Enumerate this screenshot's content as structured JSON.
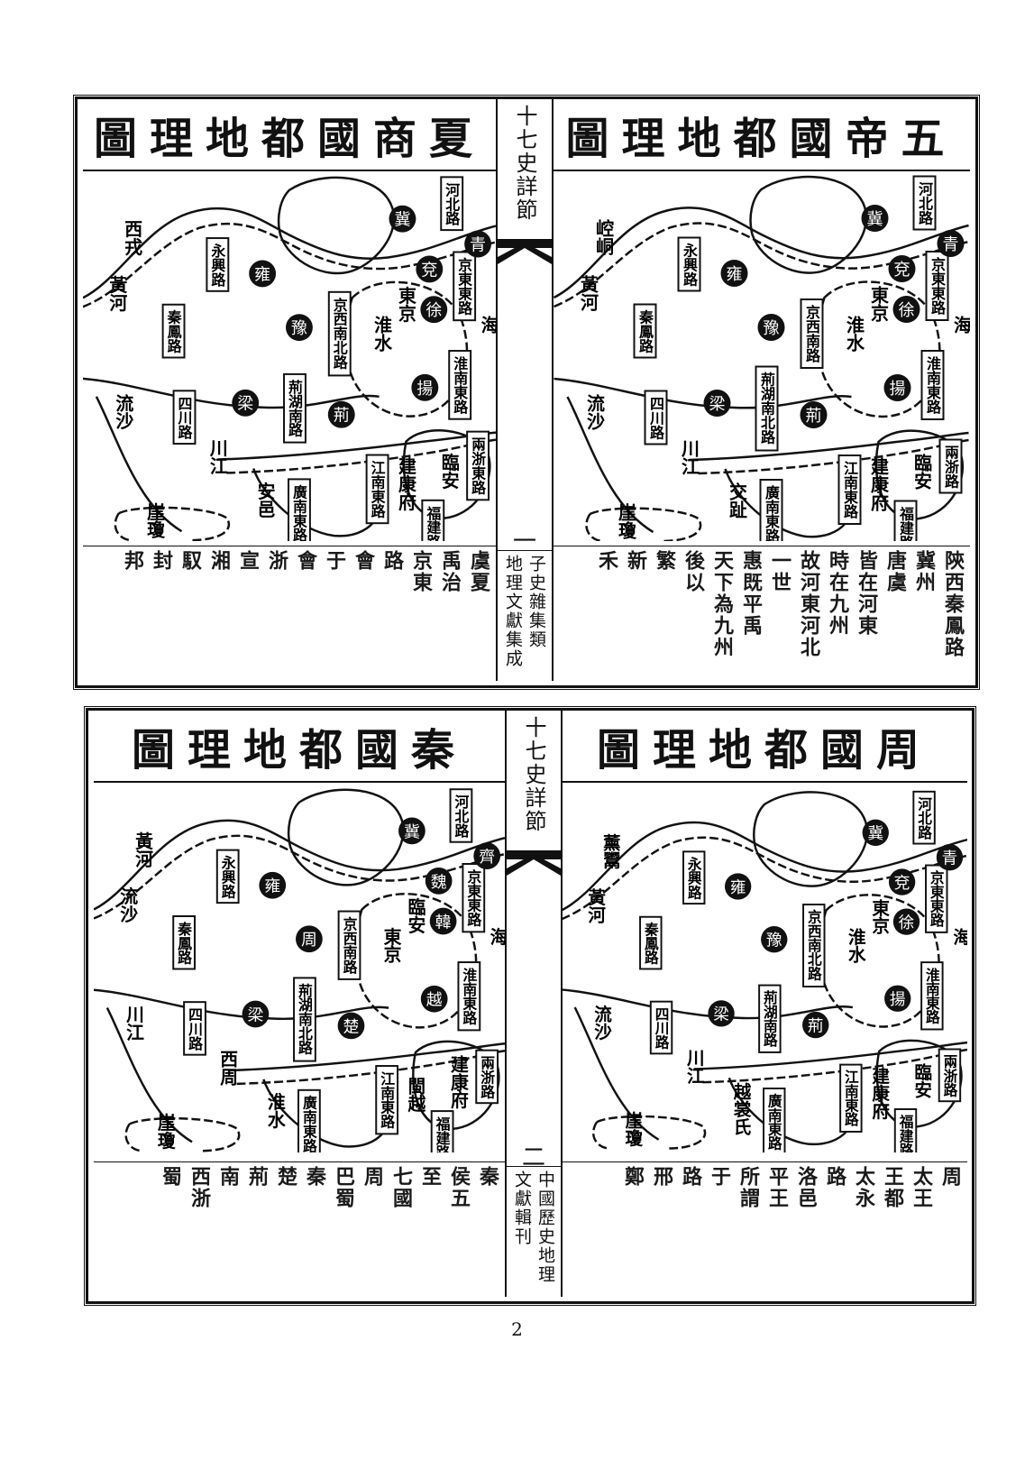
{
  "page_number": "2",
  "sheets": [
    {
      "series_title": "十七史詳節",
      "sheet_number": "一",
      "source": [
        "子史雜集類",
        "地理文獻集成"
      ]
    },
    {
      "series_title": "十七史詳節",
      "sheet_number": "二",
      "source": [
        "中國歷史地理",
        "文獻輯刊"
      ]
    }
  ],
  "maps": [
    {
      "title": "夏商國都地理圖",
      "route_labels": [
        "永興路",
        "秦鳳路",
        "四川路",
        "京西南北路",
        "荊湖南路",
        "京東東路",
        "淮南東路",
        "兩浙東路",
        "江南東路",
        "福建路",
        "廣南東路",
        "河北路"
      ],
      "state_labels": [
        "雍",
        "梁",
        "荊",
        "冀",
        "兗",
        "青",
        "徐",
        "揚",
        "豫"
      ],
      "place_labels": [
        "西戎",
        "黃河",
        "流沙",
        "川江",
        "安邑",
        "淮水",
        "東京",
        "臨安",
        "建康府",
        "崖瓊",
        "海"
      ],
      "text_columns": [
        "虞夏",
        "禹治",
        "京東",
        "路",
        "會",
        "于",
        "會",
        "浙",
        "宣",
        "湘",
        "馭",
        "封",
        "邦"
      ]
    },
    {
      "title": "五帝國都地理圖",
      "route_labels": [
        "永興路",
        "秦鳳路",
        "四川路",
        "京西南路",
        "荊湖南北路",
        "京東東路",
        "淮南東路",
        "兩浙路",
        "江南東路",
        "福建路",
        "廣南東路",
        "河北路"
      ],
      "state_labels": [
        "雍",
        "梁",
        "荊",
        "冀",
        "兗",
        "青",
        "徐",
        "揚",
        "豫"
      ],
      "place_labels": [
        "崆峒",
        "黃河",
        "流沙",
        "川江",
        "交趾",
        "淮水",
        "東京",
        "臨安",
        "建康府",
        "崖瓊",
        "海"
      ],
      "text_columns": [
        "陝西秦鳳路",
        "冀州",
        "唐虞",
        "皆在河東",
        "時在九州",
        "故河東河北",
        "一世",
        "惠既平禹",
        "天下為九州",
        "後以",
        "繁",
        "新",
        "禾"
      ]
    },
    {
      "title": "秦國都地理圖",
      "route_labels": [
        "永興路",
        "秦鳳路",
        "四川路",
        "京西南路",
        "荊湖南北路",
        "京東東路",
        "淮南東路",
        "兩浙路",
        "江南東路",
        "福建路",
        "廣南東路",
        "河北路"
      ],
      "state_labels": [
        "雍",
        "梁",
        "楚",
        "冀",
        "魏",
        "齊",
        "韓",
        "越",
        "周"
      ],
      "place_labels": [
        "黃河",
        "流沙",
        "川江",
        "西周",
        "淮水",
        "東京",
        "臨安",
        "建康府",
        "閩越",
        "崖瓊",
        "海"
      ],
      "text_columns": [
        "秦",
        "侯五",
        "至",
        "七國",
        "周",
        "巴蜀",
        "秦",
        "楚",
        "荊",
        "南",
        "西浙",
        "蜀"
      ]
    },
    {
      "title": "周國都地理圖",
      "route_labels": [
        "永興路",
        "秦鳳路",
        "四川路",
        "京西南北路",
        "荊湖南路",
        "京東東路",
        "淮南東路",
        "兩浙路",
        "江南東路",
        "福建路",
        "廣南東路",
        "河北路"
      ],
      "state_labels": [
        "雍",
        "梁",
        "荊",
        "冀",
        "兗",
        "青",
        "徐",
        "揚",
        "豫"
      ],
      "place_labels": [
        "薰鬻",
        "黃河",
        "流沙",
        "川江",
        "越裳氏",
        "淮水",
        "東京",
        "臨安",
        "建康府",
        "崖瓊",
        "海"
      ],
      "text_columns": [
        "周",
        "太王",
        "王都",
        "太永",
        "路",
        "洛邑",
        "平王",
        "所謂",
        "于",
        "路",
        "邢",
        "鄭"
      ]
    }
  ]
}
